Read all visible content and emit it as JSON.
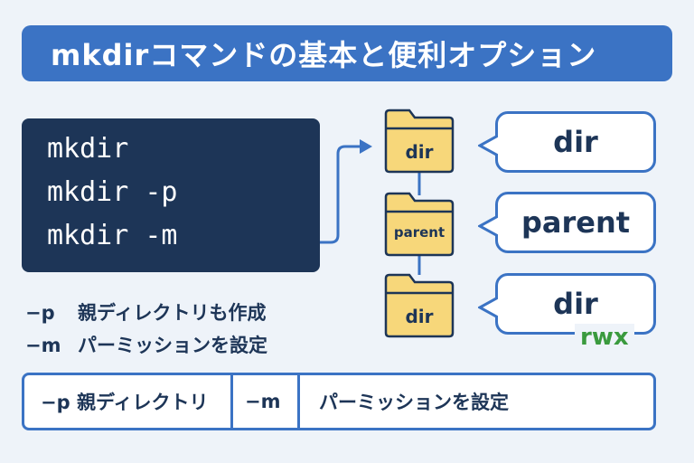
{
  "title": "mkdirコマンドの基本と便利オプション",
  "terminal": {
    "commands": [
      "mkdir",
      "mkdir -p",
      "mkdir -m"
    ]
  },
  "legend": [
    {
      "key": "−p",
      "desc": "親ディレクトリも作成"
    },
    {
      "key": "−m",
      "desc": "パーミッションを設定"
    }
  ],
  "folders": [
    {
      "label": "dir"
    },
    {
      "label": "parent"
    },
    {
      "label": "dir"
    }
  ],
  "bubbles": [
    {
      "text": "dir"
    },
    {
      "text": "parent"
    },
    {
      "text": "dir"
    }
  ],
  "permission_badge": "rwx",
  "bottom_bar": {
    "p_option": "−p  親ディレクトリ",
    "m_option": "−m",
    "m_desc": "パーミッションを設定"
  },
  "colors": {
    "accent": "#3b73c4",
    "terminal_bg": "#1d3557",
    "folder": "#f7d77a",
    "rwx": "#3a9a3e"
  }
}
